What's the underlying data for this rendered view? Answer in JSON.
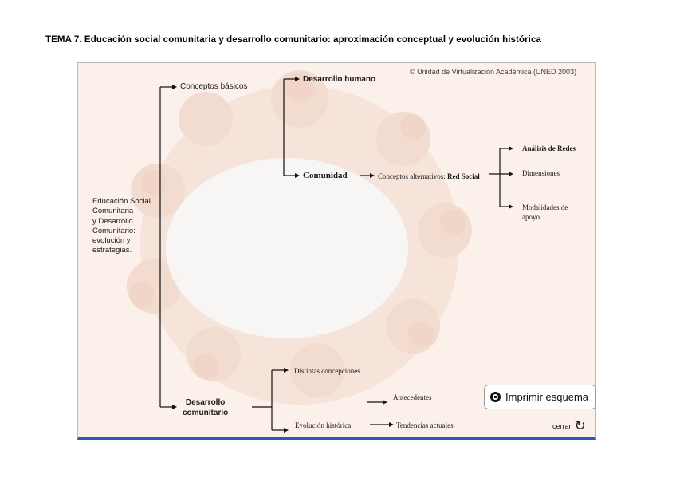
{
  "page": {
    "title": "TEMA 7. Educación social comunitaria y desarrollo comunitario: aproximación conceptual y evolución histórica"
  },
  "scheme": {
    "copyright": "© Unidad de Virtualización Académica (UNED 2003)",
    "root": "Educación Social\nComunitaria\ny Desarrollo\nComunitario:\nevolución y\nestrategias.",
    "conceptos_basicos": "Conceptos básicos",
    "desarrollo_humano": "Desarrollo humano",
    "comunidad": "Comunidad",
    "conceptos_alternativos": "Conceptos alternativos:",
    "red_social": "Red Social",
    "analisis_redes": "Análisis de Redes",
    "dimensiones": "Dimensiones",
    "modalidades": "Modalidades de\napoyo.",
    "desarrollo_comunitario": "Desarrollo\ncomunitario",
    "distintas_concepciones": "Distintas concepciones",
    "antecedentes": "Antecedentes",
    "evolucion_historica": "Evolución histórica",
    "tendencias_actuales": "Tendencias actuales"
  },
  "controls": {
    "print_label": "Imprimir esquema",
    "close_label": "cerrar"
  },
  "colors": {
    "frame_border": "#2d58b8",
    "background": "#fbf0ea"
  },
  "icons": {
    "print": "stop-circle-icon",
    "close": "rotate-arrow-icon"
  }
}
